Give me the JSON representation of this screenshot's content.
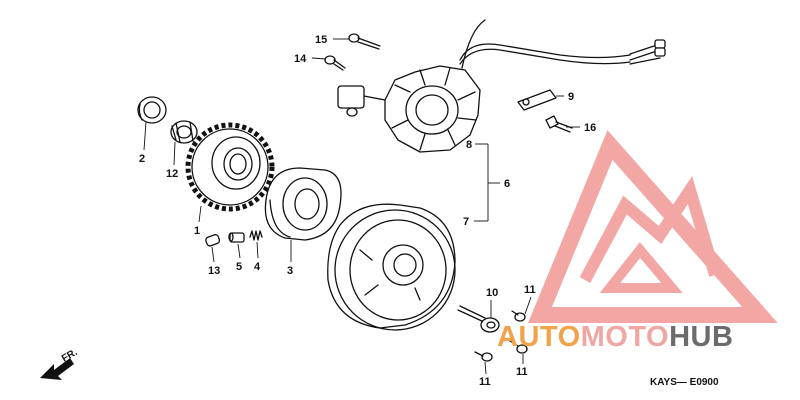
{
  "diagram": {
    "part_numbers": {
      "p1": "1",
      "p2": "2",
      "p3": "3",
      "p4": "4",
      "p5": "5",
      "p6": "6",
      "p7": "7",
      "p8": "8",
      "p9": "9",
      "p10": "10",
      "p11a": "11",
      "p11b": "11",
      "p11c": "11",
      "p12": "12",
      "p13": "13",
      "p14": "14",
      "p15": "15",
      "p16": "16"
    },
    "front_marker": "FR.",
    "drawing_code": "KAYS— E0900"
  },
  "watermark": {
    "part1": "AUTO",
    "part2": "MOTO",
    "part3": "HUB",
    "colors": {
      "auto": "#f2a24a",
      "moto": "#f0a7a4",
      "hub": "#6b6b6b",
      "logo": "#f08a87"
    }
  }
}
